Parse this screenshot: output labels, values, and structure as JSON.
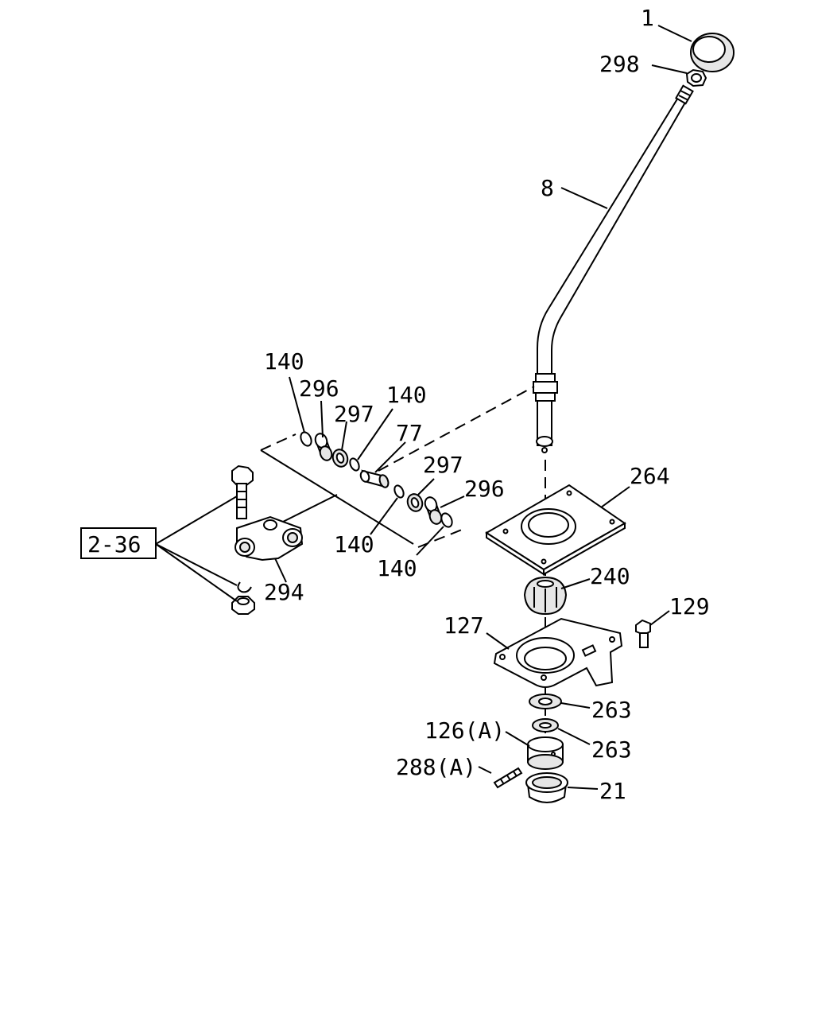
{
  "callouts": {
    "c1": "1",
    "c298": "298",
    "c8": "8",
    "c264": "264",
    "c240": "240",
    "c129": "129",
    "c127": "127",
    "c263a": "263",
    "c263b": "263",
    "c126a": "126(A)",
    "c288a": "288(A)",
    "c21": "21",
    "c140a": "140",
    "c296a": "296",
    "c297a": "297",
    "c140b": "140",
    "c77": "77",
    "c297b": "297",
    "c296b": "296",
    "c140c": "140",
    "c140d": "140",
    "c294": "294",
    "ref236": "2-36"
  },
  "colors": {
    "line": "#000000",
    "shade": "#e6e6e6",
    "background": "#ffffff"
  }
}
